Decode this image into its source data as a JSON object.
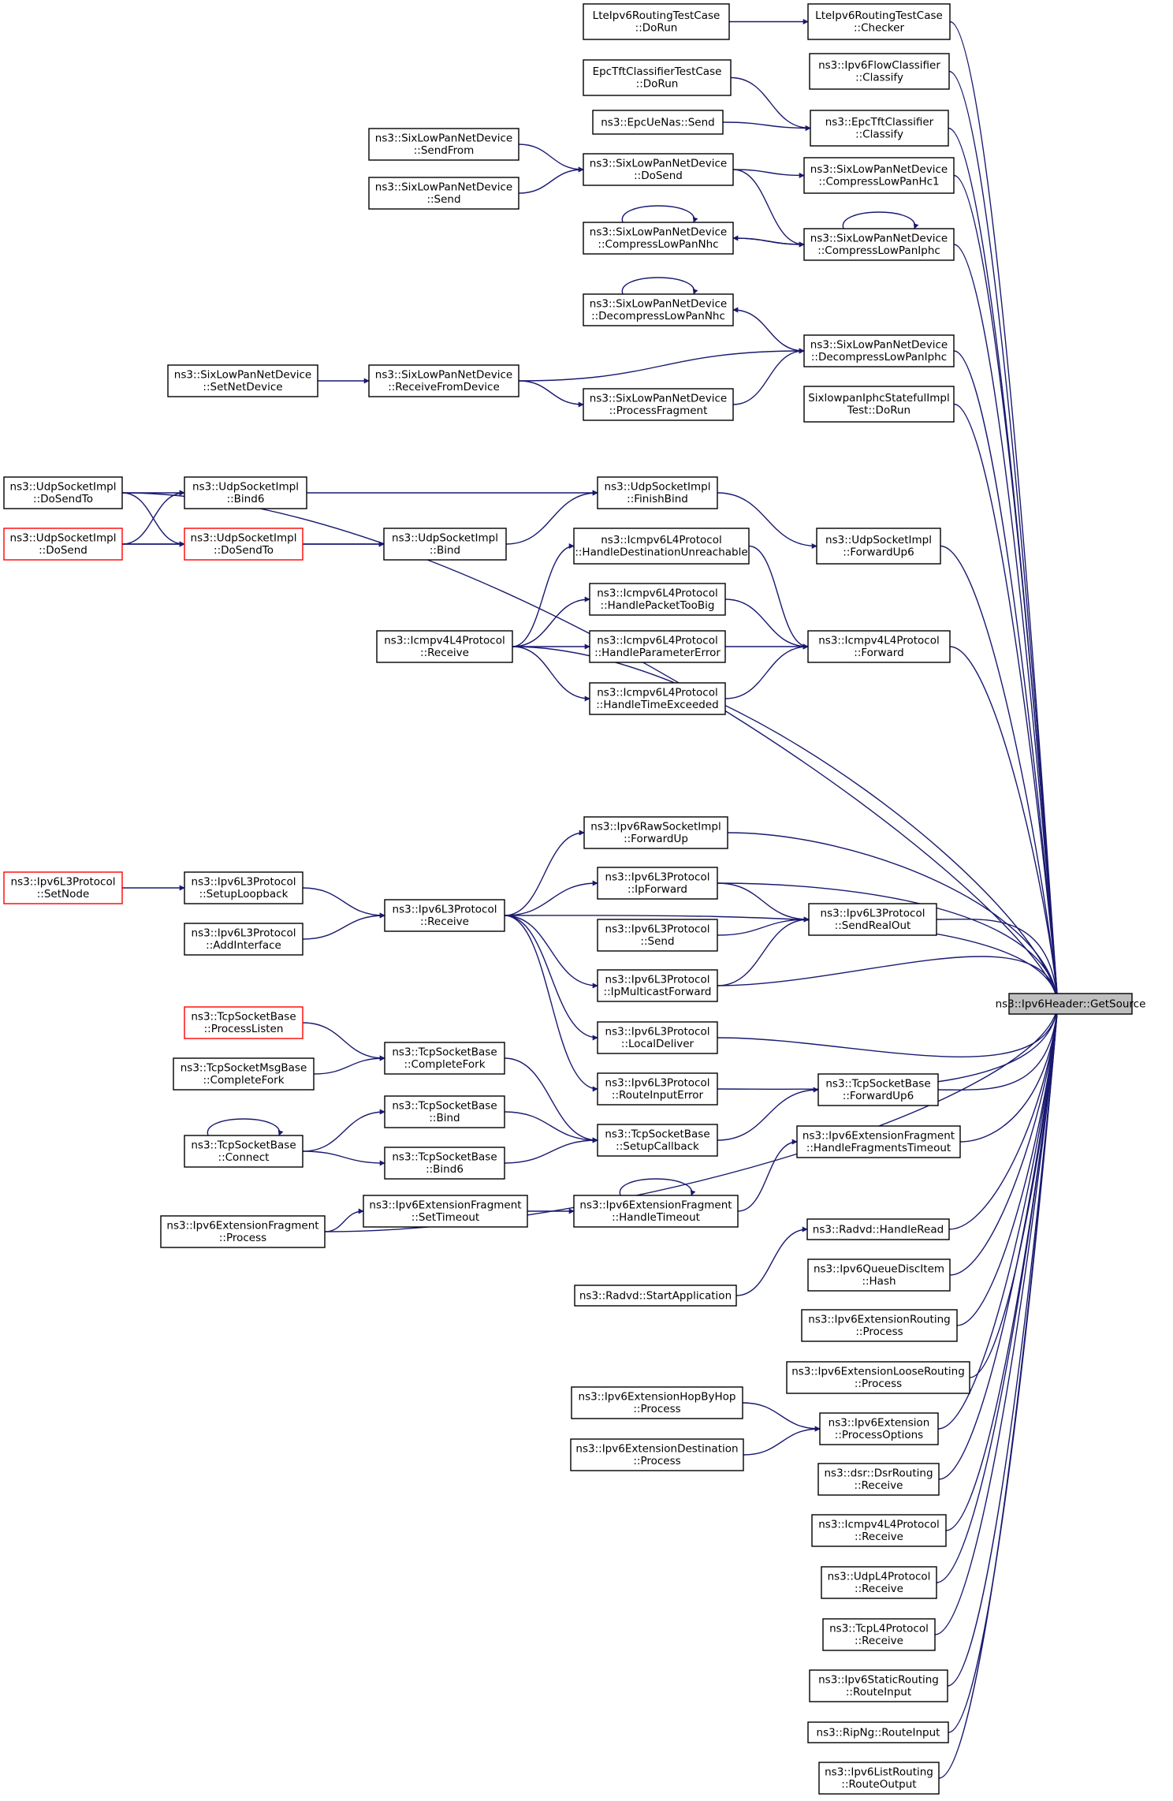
{
  "diagram": {
    "type": "doxygen-caller-graph",
    "edge_color": "#191970",
    "highlight_fill": "#bfbfbf",
    "red_border": "#ff0000",
    "nodes": [
      {
        "id": "n01",
        "lines": [
          "LteIpv6RoutingTestCase",
          "::DoRun"
        ]
      },
      {
        "id": "n02",
        "lines": [
          "LteIpv6RoutingTestCase",
          "::Checker"
        ]
      },
      {
        "id": "n03",
        "lines": [
          "ns3::Ipv6FlowClassifier",
          "::Classify"
        ]
      },
      {
        "id": "n04",
        "lines": [
          "EpcTftClassifierTestCase",
          "::DoRun"
        ]
      },
      {
        "id": "n05",
        "lines": [
          "ns3::EpcUeNas::Send"
        ]
      },
      {
        "id": "n06",
        "lines": [
          "ns3::EpcTftClassifier",
          "::Classify"
        ]
      },
      {
        "id": "n07",
        "lines": [
          "ns3::SixLowPanNetDevice",
          "::SendFrom"
        ]
      },
      {
        "id": "n08",
        "lines": [
          "ns3::SixLowPanNetDevice",
          "::DoSend"
        ]
      },
      {
        "id": "n09",
        "lines": [
          "ns3::SixLowPanNetDevice",
          "::CompressLowPanHc1"
        ]
      },
      {
        "id": "n10",
        "lines": [
          "ns3::SixLowPanNetDevice",
          "::Send"
        ]
      },
      {
        "id": "n11",
        "lines": [
          "ns3::SixLowPanNetDevice",
          "::CompressLowPanNhc"
        ]
      },
      {
        "id": "n12",
        "lines": [
          "ns3::SixLowPanNetDevice",
          "::CompressLowPanIphc"
        ]
      },
      {
        "id": "n13",
        "lines": [
          "ns3::SixLowPanNetDevice",
          "::DecompressLowPanNhc"
        ]
      },
      {
        "id": "n14",
        "lines": [
          "ns3::SixLowPanNetDevice",
          "::DecompressLowPanIphc"
        ]
      },
      {
        "id": "n15",
        "lines": [
          "ns3::SixLowPanNetDevice",
          "::SetNetDevice"
        ]
      },
      {
        "id": "n16",
        "lines": [
          "ns3::SixLowPanNetDevice",
          "::ReceiveFromDevice"
        ]
      },
      {
        "id": "n17",
        "lines": [
          "ns3::SixLowPanNetDevice",
          "::ProcessFragment"
        ]
      },
      {
        "id": "n18",
        "lines": [
          "SixlowpanIphcStatefulImpl",
          "Test::DoRun"
        ]
      },
      {
        "id": "n19",
        "lines": [
          "ns3::UdpSocketImpl",
          "::DoSendTo"
        ]
      },
      {
        "id": "n20",
        "lines": [
          "ns3::UdpSocketImpl",
          "::Bind6"
        ]
      },
      {
        "id": "n21",
        "lines": [
          "ns3::UdpSocketImpl",
          "::FinishBind"
        ]
      },
      {
        "id": "n22",
        "lines": [
          "ns3::UdpSocketImpl",
          "::DoSend"
        ],
        "red": true
      },
      {
        "id": "n23",
        "lines": [
          "ns3::UdpSocketImpl",
          "::DoSendTo"
        ],
        "red": true
      },
      {
        "id": "n24",
        "lines": [
          "ns3::UdpSocketImpl",
          "::Bind"
        ]
      },
      {
        "id": "n25",
        "lines": [
          "ns3::Icmpv6L4Protocol",
          "::HandleDestinationUnreachable"
        ]
      },
      {
        "id": "n26",
        "lines": [
          "ns3::UdpSocketImpl",
          "::ForwardUp6"
        ]
      },
      {
        "id": "n27",
        "lines": [
          "ns3::Icmpv6L4Protocol",
          "::HandlePacketTooBig"
        ]
      },
      {
        "id": "n28",
        "lines": [
          "ns3::Icmpv4L4Protocol",
          "::Receive"
        ]
      },
      {
        "id": "n29",
        "lines": [
          "ns3::Icmpv6L4Protocol",
          "::HandleParameterError"
        ]
      },
      {
        "id": "n30",
        "lines": [
          "ns3::Icmpv4L4Protocol",
          "::Forward"
        ]
      },
      {
        "id": "n31",
        "lines": [
          "ns3::Icmpv6L4Protocol",
          "::HandleTimeExceeded"
        ]
      },
      {
        "id": "n32",
        "lines": [
          "ns3::Ipv6RawSocketImpl",
          "::ForwardUp"
        ]
      },
      {
        "id": "n33",
        "lines": [
          "ns3::Ipv6L3Protocol",
          "::SetNode"
        ],
        "red": true
      },
      {
        "id": "n34",
        "lines": [
          "ns3::Ipv6L3Protocol",
          "::SetupLoopback"
        ]
      },
      {
        "id": "n35",
        "lines": [
          "ns3::Ipv6L3Protocol",
          "::IpForward"
        ]
      },
      {
        "id": "n36",
        "lines": [
          "ns3::Ipv6L3Protocol",
          "::Receive"
        ]
      },
      {
        "id": "n37",
        "lines": [
          "ns3::Ipv6L3Protocol",
          "::SendRealOut"
        ]
      },
      {
        "id": "n38",
        "lines": [
          "ns3::Ipv6L3Protocol",
          "::AddInterface"
        ]
      },
      {
        "id": "n39",
        "lines": [
          "ns3::Ipv6L3Protocol",
          "::Send"
        ]
      },
      {
        "id": "n40",
        "lines": [
          "ns3::Ipv6L3Protocol",
          "::IpMulticastForward"
        ]
      },
      {
        "id": "n41",
        "lines": [
          "ns3::Ipv6Header::GetSource"
        ],
        "target": true
      },
      {
        "id": "n42",
        "lines": [
          "ns3::TcpSocketBase",
          "::ProcessListen"
        ],
        "red": true
      },
      {
        "id": "n43",
        "lines": [
          "ns3::Ipv6L3Protocol",
          "::LocalDeliver"
        ]
      },
      {
        "id": "n44",
        "lines": [
          "ns3::TcpSocketBase",
          "::CompleteFork"
        ]
      },
      {
        "id": "n45",
        "lines": [
          "ns3::TcpSocketMsgBase",
          "::CompleteFork"
        ]
      },
      {
        "id": "n46",
        "lines": [
          "ns3::Ipv6L3Protocol",
          "::RouteInputError"
        ]
      },
      {
        "id": "n47",
        "lines": [
          "ns3::TcpSocketBase",
          "::ForwardUp6"
        ]
      },
      {
        "id": "n48",
        "lines": [
          "ns3::TcpSocketBase",
          "::Bind"
        ]
      },
      {
        "id": "n49",
        "lines": [
          "ns3::TcpSocketBase",
          "::Connect"
        ]
      },
      {
        "id": "n50",
        "lines": [
          "ns3::TcpSocketBase",
          "::SetupCallback"
        ]
      },
      {
        "id": "n51",
        "lines": [
          "ns3::Ipv6ExtensionFragment",
          "::HandleFragmentsTimeout"
        ]
      },
      {
        "id": "n52",
        "lines": [
          "ns3::TcpSocketBase",
          "::Bind6"
        ]
      },
      {
        "id": "n53",
        "lines": [
          "ns3::Ipv6ExtensionFragment",
          "::SetTimeout"
        ]
      },
      {
        "id": "n54",
        "lines": [
          "ns3::Ipv6ExtensionFragment",
          "::HandleTimeout"
        ]
      },
      {
        "id": "n55",
        "lines": [
          "ns3::Ipv6ExtensionFragment",
          "::Process"
        ]
      },
      {
        "id": "n56",
        "lines": [
          "ns3::Radvd::HandleRead"
        ]
      },
      {
        "id": "n57",
        "lines": [
          "ns3::Ipv6QueueDiscItem",
          "::Hash"
        ]
      },
      {
        "id": "n58",
        "lines": [
          "ns3::Radvd::StartApplication"
        ]
      },
      {
        "id": "n59",
        "lines": [
          "ns3::Ipv6ExtensionRouting",
          "::Process"
        ]
      },
      {
        "id": "n60",
        "lines": [
          "ns3::Ipv6ExtensionLooseRouting",
          "::Process"
        ]
      },
      {
        "id": "n61",
        "lines": [
          "ns3::Ipv6ExtensionHopByHop",
          "::Process"
        ]
      },
      {
        "id": "n62",
        "lines": [
          "ns3::Ipv6Extension",
          "::ProcessOptions"
        ]
      },
      {
        "id": "n63",
        "lines": [
          "ns3::Ipv6ExtensionDestination",
          "::Process"
        ]
      },
      {
        "id": "n64",
        "lines": [
          "ns3::dsr::DsrRouting",
          "::Receive"
        ]
      },
      {
        "id": "n65",
        "lines": [
          "ns3::Icmpv4L4Protocol",
          "::Receive"
        ]
      },
      {
        "id": "n66",
        "lines": [
          "ns3::UdpL4Protocol",
          "::Receive"
        ]
      },
      {
        "id": "n67",
        "lines": [
          "ns3::TcpL4Protocol",
          "::Receive"
        ]
      },
      {
        "id": "n68",
        "lines": [
          "ns3::Ipv6StaticRouting",
          "::RouteInput"
        ]
      },
      {
        "id": "n69",
        "lines": [
          "ns3::RipNg::RouteInput"
        ]
      },
      {
        "id": "n70",
        "lines": [
          "ns3::Ipv6ListRouting",
          "::RouteOutput"
        ]
      }
    ]
  }
}
